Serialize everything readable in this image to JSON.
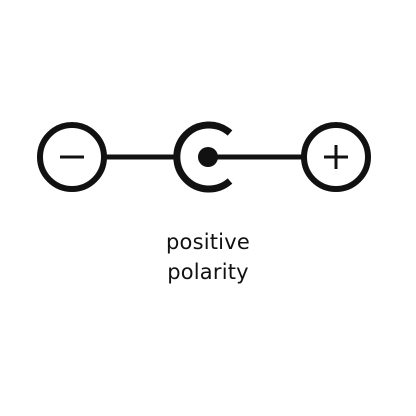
{
  "symbol": {
    "name": "dc-polarity-symbol",
    "minus_icon": "minus-icon",
    "plus_icon": "plus-icon",
    "jack_icon": "barrel-jack-icon",
    "stroke_color": "#111111",
    "background_color": "#ffffff"
  },
  "caption": {
    "line1": "positive",
    "line2": "polarity"
  }
}
